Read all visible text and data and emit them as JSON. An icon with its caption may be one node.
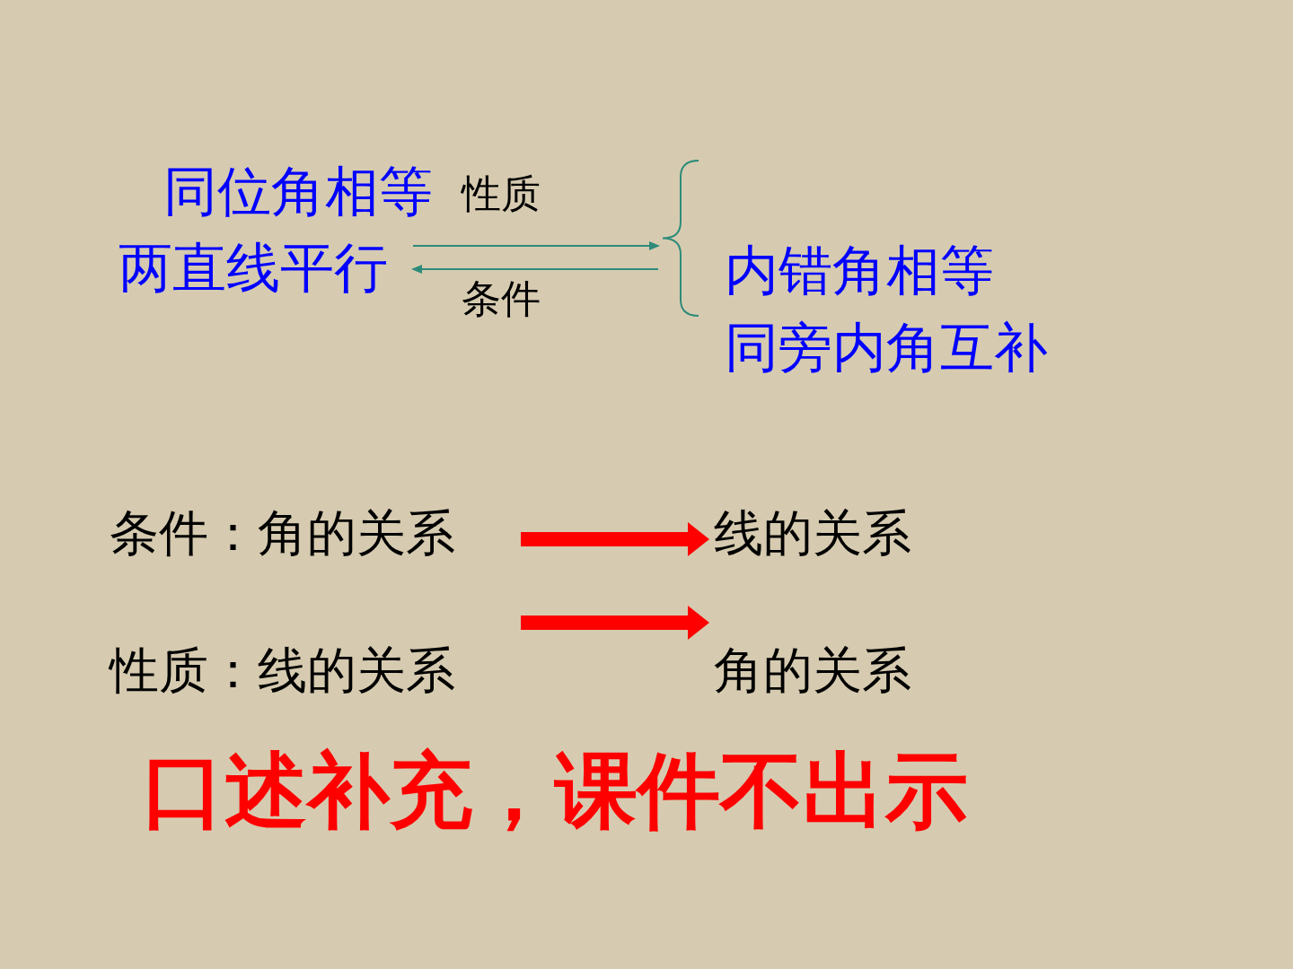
{
  "diagram": {
    "nodes": [
      {
        "text": [
          "同位角相等"
        ]
      },
      {
        "text": [
          "两直线平行"
        ]
      },
      {
        "text": [],
        "shape": "brace"
      },
      {
        "text": [
          "内错角相等"
        ]
      },
      {
        "text": [
          "同旁内角互补"
        ]
      },
      {
        "text": [
          "条件：角的关系"
        ]
      },
      {
        "text": [
          "线的关系"
        ]
      },
      {
        "text": [
          "性质：线的关系"
        ]
      },
      {
        "text": [
          "角的关系"
        ]
      }
    ],
    "edges": [
      {
        "from": 1,
        "to": 2,
        "arrow": "to",
        "label": "性质",
        "color": "#2e8b7a"
      },
      {
        "from": 2,
        "to": 1,
        "arrow": "to",
        "label": "条件",
        "color": "#2e8b7a"
      },
      {
        "from": 5,
        "to": 6,
        "arrow": "to",
        "style": "thick",
        "color": "#ff0000"
      },
      {
        "from": 7,
        "to": 8,
        "arrow": "to",
        "style": "thick",
        "color": "#ff0000"
      }
    ],
    "labels": [
      "口述补充，课件不出示"
    ]
  }
}
